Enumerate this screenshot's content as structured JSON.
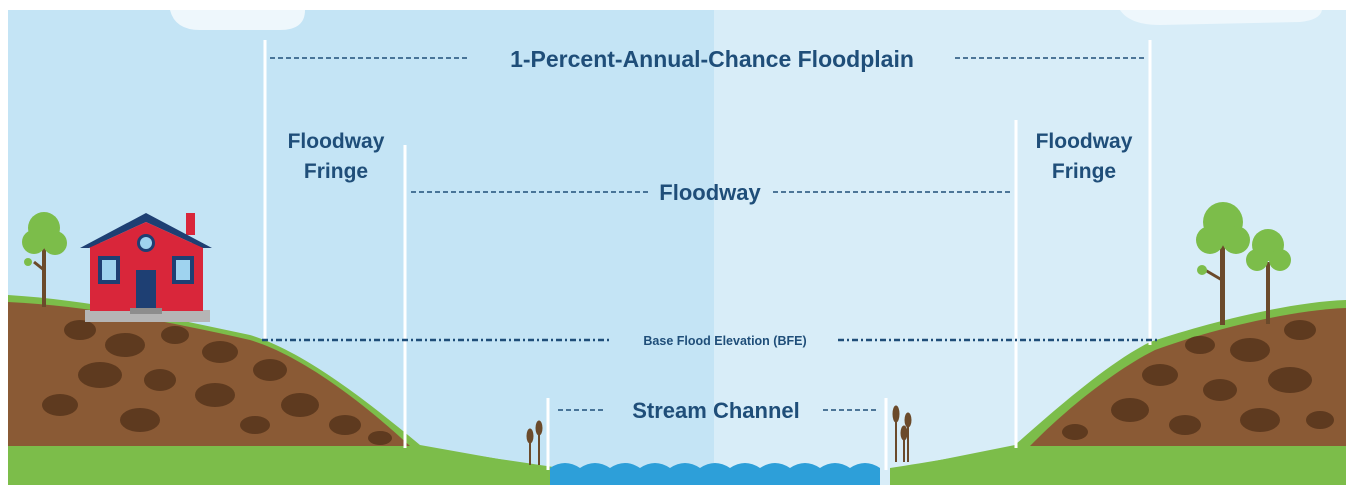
{
  "labels": {
    "floodplain": "1-Percent-Annual-Chance Floodplain",
    "floodway": "Floodway",
    "fringe_left_1": "Floodway",
    "fringe_left_2": "Fringe",
    "fringe_right_1": "Floodway",
    "fringe_right_2": "Fringe",
    "bfe": "Base Flood Elevation (BFE)",
    "stream_channel": "Stream Channel"
  },
  "colors": {
    "sky_left": "#c7e6f6",
    "sky_right": "#daeef9",
    "grass": "#7cbd4a",
    "grass_dark": "#5f9e36",
    "soil": "#8a5a35",
    "soil_rock": "#5e3a1f",
    "water": "#2d9fd9",
    "text": "#1f4e79",
    "house_wall": "#d9263a",
    "house_roof": "#1e3f73"
  }
}
